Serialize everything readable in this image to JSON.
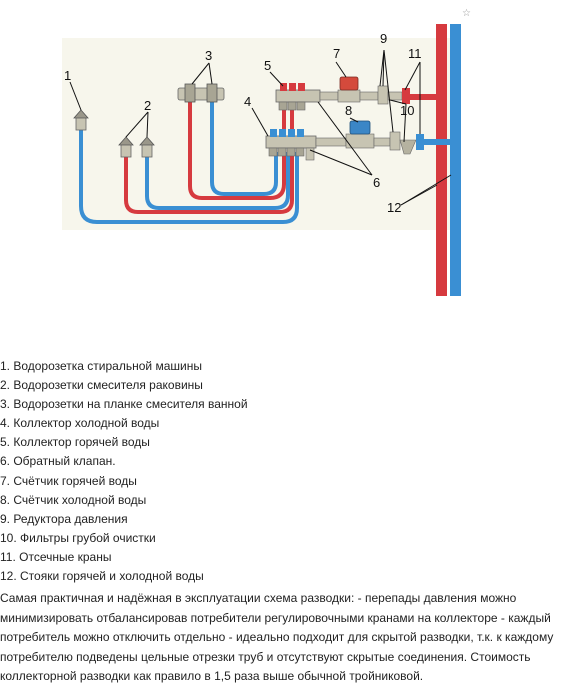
{
  "diagram": {
    "colors": {
      "hot": "#d63a3f",
      "cold": "#3a8fd3",
      "background": "#f7f6ec",
      "brass": "#c7c4b2",
      "meter_hot": "#d44a3c",
      "meter_cold": "#3b86c6"
    },
    "labels": [
      "1",
      "2",
      "3",
      "4",
      "5",
      "6",
      "7",
      "8",
      "9",
      "10",
      "11",
      "12"
    ],
    "watermark": "☆"
  },
  "legend": [
    "1. Водорозетка стиральной машины",
    "2. Водорозетки смесителя раковины",
    "3. Водорозетки на планке смесителя ванной",
    "4. Коллектор холодной воды",
    "5. Коллектор горячей воды",
    "6. Обратный клапан.",
    "7. Счётчик горячей воды",
    "8. Счётчик холодной воды",
    "9. Редуктора давления",
    "10. Фильтры грубой очистки",
    "11. Отсечные краны",
    "12. Стояки горячей и холодной воды"
  ],
  "description": "Самая практичная и надёжная в эксплуатации схема разводки: - перепады давления можно минимизировать отбалансировав потребители регулировочными кранами на коллекторе - каждый потребитель можно отключить отдельно - идеально подходит для скрытой разводки, т.к. к каждому потребителю подведены цельные отрезки труб и отсутствуют скрытые соединения. Стоимость коллекторной разводки как правило в 1,5 раза выше обычной тройниковой."
}
